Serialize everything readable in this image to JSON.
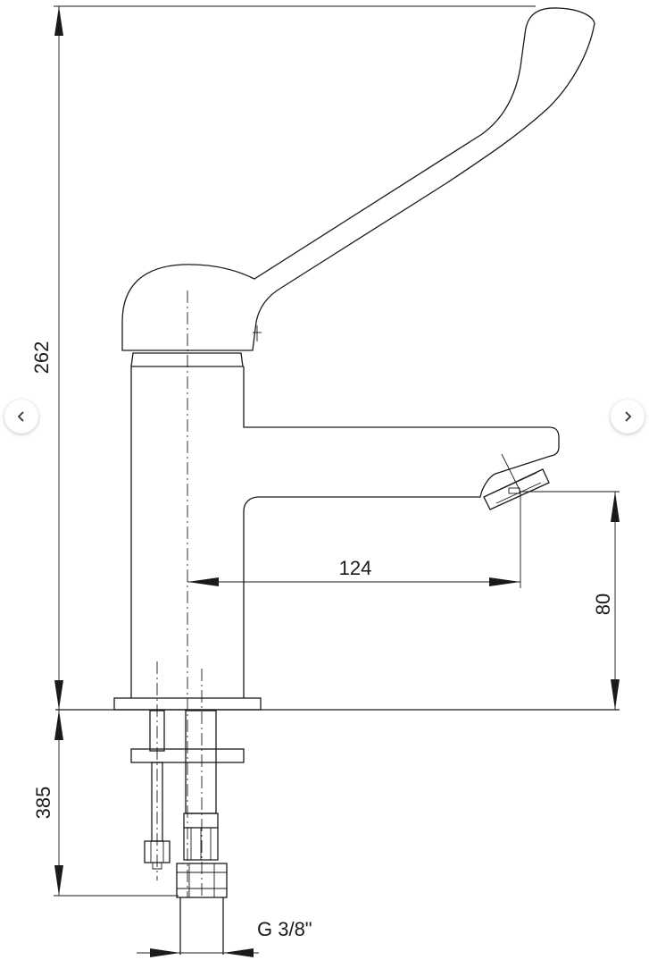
{
  "dimensions": {
    "total_height": "262",
    "spout_reach": "124",
    "spout_height": "80",
    "under_counter_length": "385",
    "thread": "G 3/8\""
  },
  "navigation": {
    "prev_icon": "chevron-left-icon",
    "next_icon": "chevron-right-icon"
  }
}
